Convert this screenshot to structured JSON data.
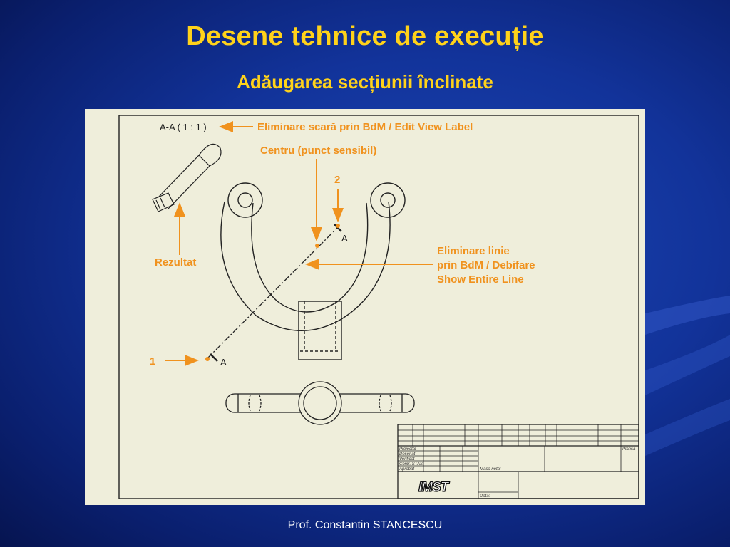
{
  "slide": {
    "title": "Desene tehnice de execuție",
    "subtitle": "Adăugarea secțiunii înclinate",
    "footer": "Prof. Constantin STANCESCU"
  },
  "drawing": {
    "view_label": "A-A ( 1 : 1 )",
    "section_letter_top": "A",
    "section_letter_bottom": "A",
    "annotations": {
      "scale": "Eliminare scară prin BdM / Edit View Label",
      "center": "Centru (punct sensibil)",
      "point2": "2",
      "point1": "1",
      "result": "Rezultat",
      "line1": "Eliminare linie",
      "line2": "prin BdM / Debifare",
      "line3": "Show Entire Line"
    },
    "title_block": {
      "projectat": "Proiectat",
      "desenat": "Desenat",
      "verificat": "Verificat",
      "contr_stas": "Contr. STAS",
      "aprobat": "Aprobat",
      "masa_neta": "Masa netă:",
      "data": "Data:",
      "plansa": "Planșa",
      "logo": "IMST"
    }
  },
  "colors": {
    "accent": "#f0921e",
    "title": "#ffd21a",
    "paper": "#efeedb"
  }
}
